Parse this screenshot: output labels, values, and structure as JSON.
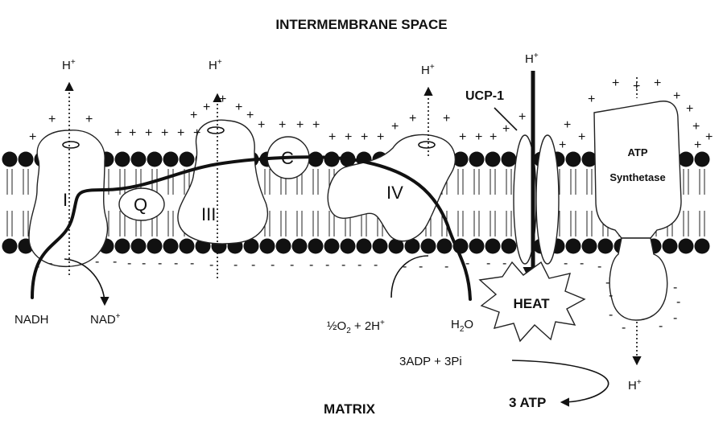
{
  "labels": {
    "intermembrane_space": "INTERMEMBRANE SPACE",
    "matrix": "MATRIX",
    "complex_1": "I",
    "complex_3": "III",
    "complex_4": "IV",
    "ubiquinone": "Q",
    "cytochrome_c": "C",
    "ucp1": "UCP-1",
    "atp_synthetase_line1": "ATP",
    "atp_synthetase_line2": "Synthetase",
    "heat": "HEAT",
    "nadh": "NADH",
    "nad_plus": "NAD",
    "nad_sup": "+",
    "half_o2": "½O",
    "o2_sub": "2",
    "plus_2h": " + 2H",
    "plus_2h_sup": "+",
    "water_h": "H",
    "water_sub": "2",
    "water_o": "O",
    "adp_pi": "3ADP + 3Pi",
    "atp_out": "3 ATP",
    "proton": "H",
    "proton_sup": "+",
    "plus_sign": "+",
    "minus_sign": "-"
  }
}
